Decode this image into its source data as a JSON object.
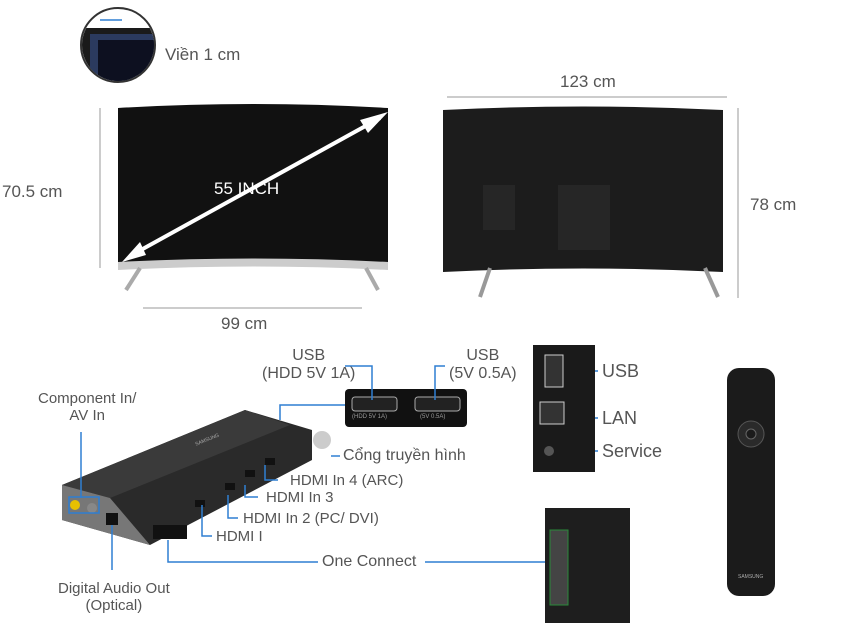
{
  "front": {
    "bezel_label": "Viền 1 cm",
    "diagonal_label": "55 INCH",
    "height_label": "70.5 cm",
    "width_label": "99 cm"
  },
  "back": {
    "width_label": "123 cm",
    "height_label": "78 cm"
  },
  "one_connect": {
    "usb1": "USB\n(HDD 5V 1A)",
    "usb2": "USB\n(5V 0.5A)",
    "usb1_port": "(HDD 5V 1A)",
    "usb2_port": "(5V 0.5A)",
    "antenna": "Cổng truyền hình",
    "hdmi4": "HDMI In 4 (ARC)",
    "hdmi3": "HDMI In 3",
    "hdmi2": "HDMI In 2 (PC/ DVI)",
    "hdmi1": "HDMI I",
    "component": "Component In/\nAV In",
    "optical": "Digital Audio Out\n(Optical)",
    "one_connect": "One Connect",
    "brand": "SAMSUNG"
  },
  "side_ports": {
    "usb": "USB",
    "lan": "LAN",
    "service": "Service"
  },
  "remote": {
    "brand": "SAMSUNG"
  },
  "colors": {
    "callout": "#2f7fd2",
    "text": "#555555"
  }
}
